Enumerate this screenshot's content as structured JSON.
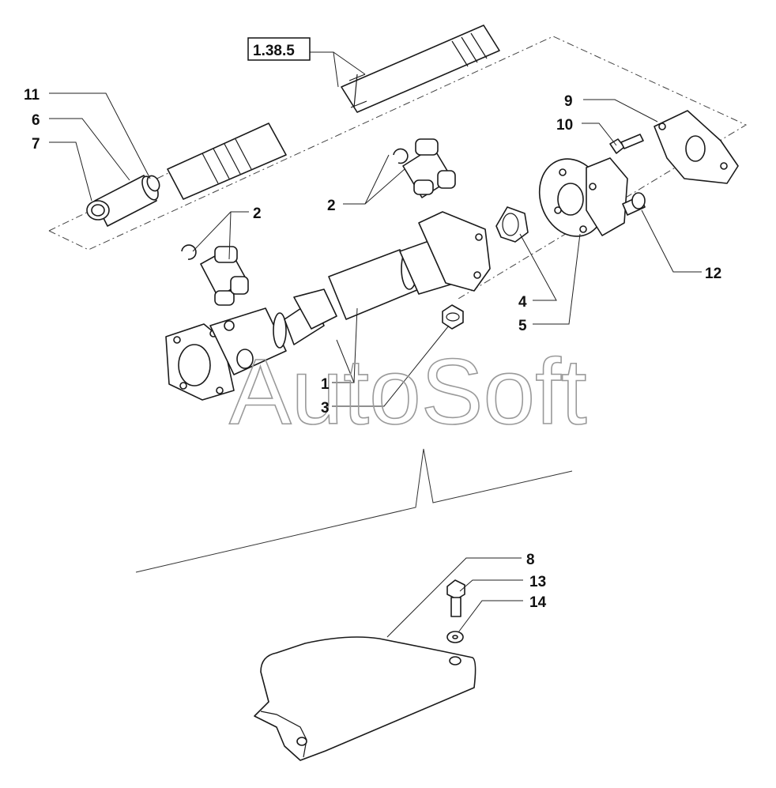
{
  "reference_box": {
    "label": "1.38.5"
  },
  "watermark": {
    "text": "AutoSoft"
  },
  "callouts": {
    "c1": "1",
    "c2a": "2",
    "c2b": "2",
    "c3": "3",
    "c4": "4",
    "c5": "5",
    "c6": "6",
    "c7": "7",
    "c8": "8",
    "c9": "9",
    "c10": "10",
    "c11": "11",
    "c12": "12",
    "c13": "13",
    "c14": "14"
  },
  "colors": {
    "line": "#1a1a1a",
    "watermark": "#9a9a9a",
    "background": "#ffffff"
  }
}
